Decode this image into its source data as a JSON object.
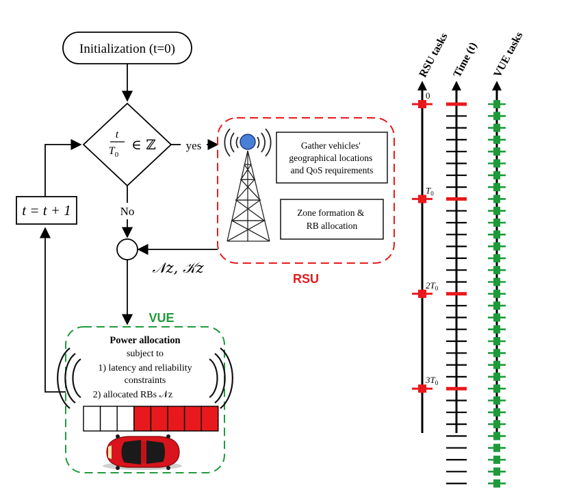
{
  "flowchart": {
    "init": "Initialization (t=0)",
    "decision": {
      "numerator": "t",
      "denominator": "T",
      "denominator_sub": "0",
      "relation": "∈ ℤ"
    },
    "yes": "yes",
    "no": "No",
    "increment": "t = t + 1",
    "rsu_output": "𝒩z, 𝒦z"
  },
  "rsu": {
    "title": "RSU",
    "task_gather": "Gather vehicles' geographical locations and QoS requirements",
    "task_zone": "Zone formation & RB allocation",
    "color": "#e8191c"
  },
  "vue": {
    "title": "VUE",
    "heading": "Power allocation",
    "subject": "subject to",
    "constraint1": "1) latency and reliability",
    "constraint1b": "constraints",
    "constraint2": "2) allocated RBs 𝒩z",
    "color": "#1e9a3a",
    "rb_blocks": {
      "total": 8,
      "allocated": 5
    }
  },
  "timeline": {
    "rsu_axis": "RSU tasks",
    "time_axis": "Time (t)",
    "vue_axis": "VUE tasks",
    "marks": [
      "0",
      "T0",
      "2T0",
      "3T0"
    ],
    "ticks_per_period": 8,
    "num_periods": 4
  }
}
